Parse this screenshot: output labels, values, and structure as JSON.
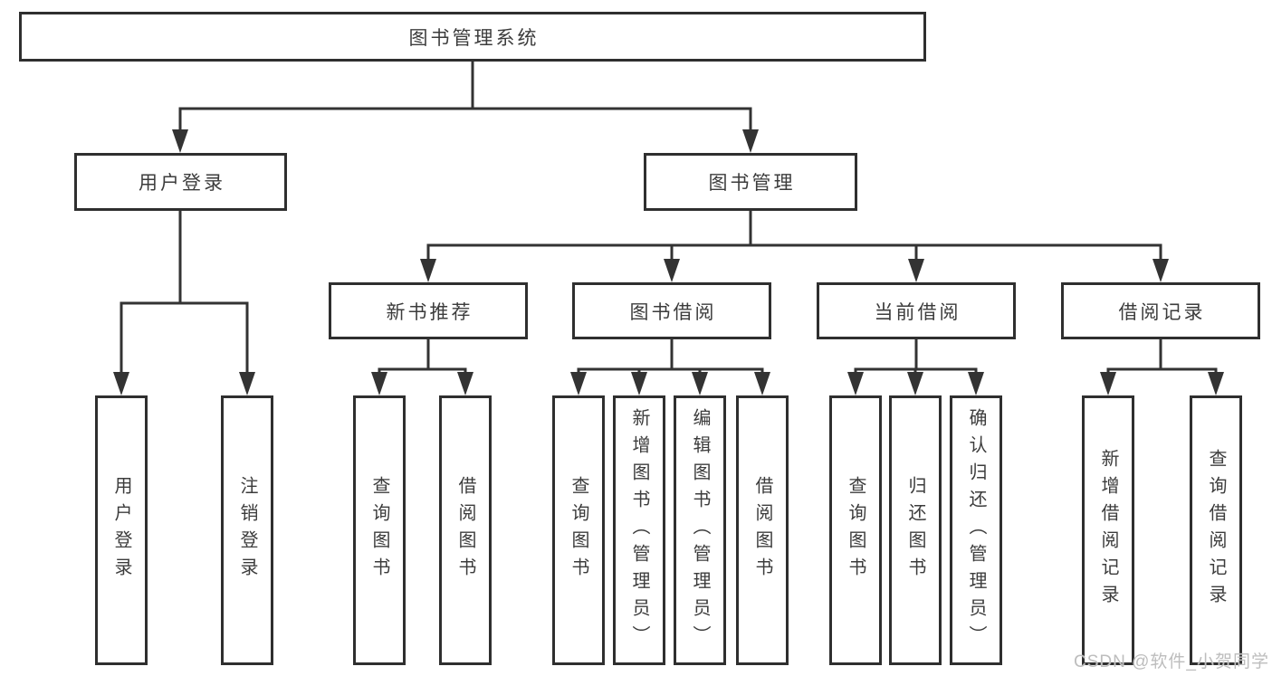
{
  "nodes": {
    "root": "图书管理系统",
    "user_login": "用户登录",
    "book_mgmt": "图书管理",
    "new_books": "新书推荐",
    "borrowing": "图书借阅",
    "current": "当前借阅",
    "records": "借阅记录",
    "login": "用户登录",
    "logout": "注销登录",
    "nb_query": "查询图书",
    "nb_borrow": "借阅图书",
    "bw_query": "查询图书",
    "bw_add": "新增图书（管理员）",
    "bw_edit": "编辑图书（管理员）",
    "bw_borrow": "借阅图书",
    "cur_query": "查询图书",
    "cur_return": "归还图书",
    "cur_confirm": "确认归还（管理员）",
    "rec_add": "新增借阅记录",
    "rec_query": "查询借阅记录"
  },
  "watermark": {
    "text": "CSDN @软件_小贺同学"
  },
  "colors": {
    "line": "#333333",
    "border": "#2f2f2f",
    "text": "#3c3c3c",
    "watermark": "#bdbdbd",
    "bg": "#ffffff"
  }
}
